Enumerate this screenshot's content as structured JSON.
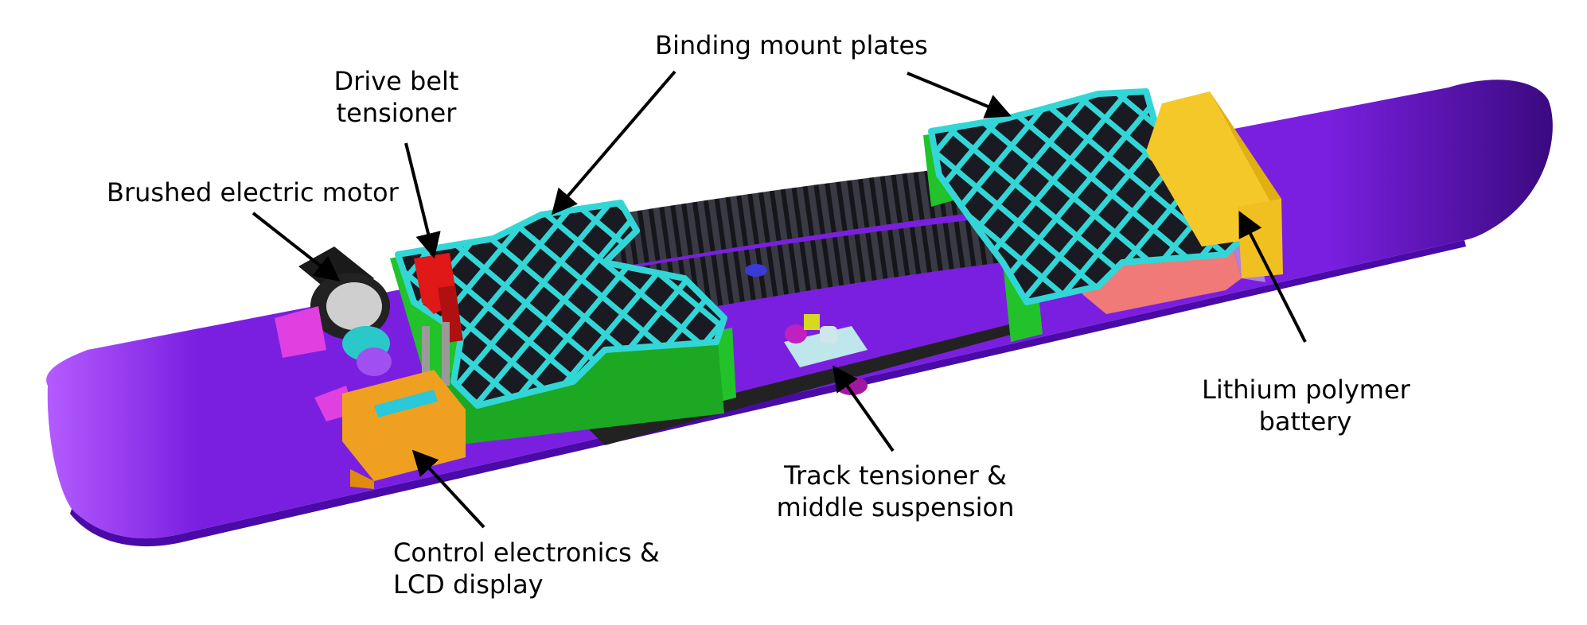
{
  "labels": {
    "binding": "Binding mount plates",
    "belt_line1": "Drive belt",
    "belt_line2": "tensioner",
    "motor": "Brushed electric motor",
    "battery_line1": "Lithium polymer",
    "battery_line2": "battery",
    "track_line1": "Track tensioner &",
    "track_line2": "middle suspension",
    "control_line1": "Control electronics &",
    "control_line2": "LCD display"
  },
  "colors": {
    "board": "#7a1fe0",
    "board_dark": "#4a0aa8",
    "plate": "#33d6d6",
    "plate_leg": "#22c22a",
    "track": "#2a2a33",
    "battery": "#f5c82a",
    "battery_mount": "#ef7a78",
    "control_box": "#f0a020",
    "tensioner": "#e01818",
    "motor": "#1a1a1a",
    "magenta_part": "#e040e0",
    "track_tensioner": "#bfe6ea"
  }
}
